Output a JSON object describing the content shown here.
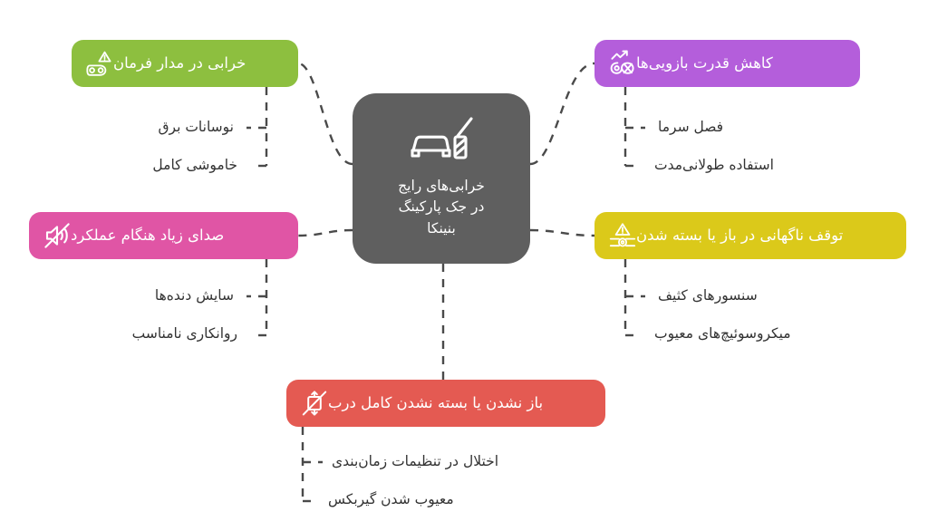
{
  "diagram": {
    "type": "mind-map",
    "language": "fa",
    "direction": "rtl",
    "background": "#ffffff",
    "connector_color": "#4a4a4a"
  },
  "center": {
    "label": "خرابی‌های رایج\nدر جک پارکینگ\nبنینکا",
    "icon": "parking-barrier-car-icon",
    "color": "#5f5f5f",
    "text_color": "#ffffff"
  },
  "branches": [
    {
      "id": "control-circuit-fault",
      "label": "خرابی در مدار فرمان",
      "icon": "circuit-warning-icon",
      "color": "#8DBF3F",
      "subitems": [
        {
          "label": "نوسانات برق"
        },
        {
          "label": "خاموشی کامل"
        }
      ]
    },
    {
      "id": "arm-power-loss",
      "label": "کاهش قدرت بازویی‌ها",
      "icon": "declining-motor-trend-icon",
      "color": "#B45EDB",
      "subitems": [
        {
          "label": "فصل سرما"
        },
        {
          "label": "استفاده طولانی‌مدت"
        }
      ]
    },
    {
      "id": "loud-operation-noise",
      "label": "صدای زیاد هنگام عملکرد",
      "icon": "speaker-muted-icon",
      "color": "#E055A5",
      "subitems": [
        {
          "label": "سایش دنده‌ها"
        },
        {
          "label": "روانکاری نامناسب"
        }
      ]
    },
    {
      "id": "sudden-stop",
      "label": "توقف ناگهانی در باز یا بسته شدن",
      "icon": "barrier-warning-icon",
      "color": "#DBC91A",
      "subitems": [
        {
          "label": "سنسورهای کثیف"
        },
        {
          "label": "میکروسوئیچ‌های معیوب"
        }
      ]
    },
    {
      "id": "door-not-opening-closing",
      "label": "باز نشدن یا بسته نشدن کامل درب",
      "icon": "door-blocked-icon",
      "color": "#E45A52",
      "subitems": [
        {
          "label": "اختلال در تنظیمات زمان‌بندی"
        },
        {
          "label": "معیوب شدن گیربکس"
        }
      ]
    }
  ]
}
